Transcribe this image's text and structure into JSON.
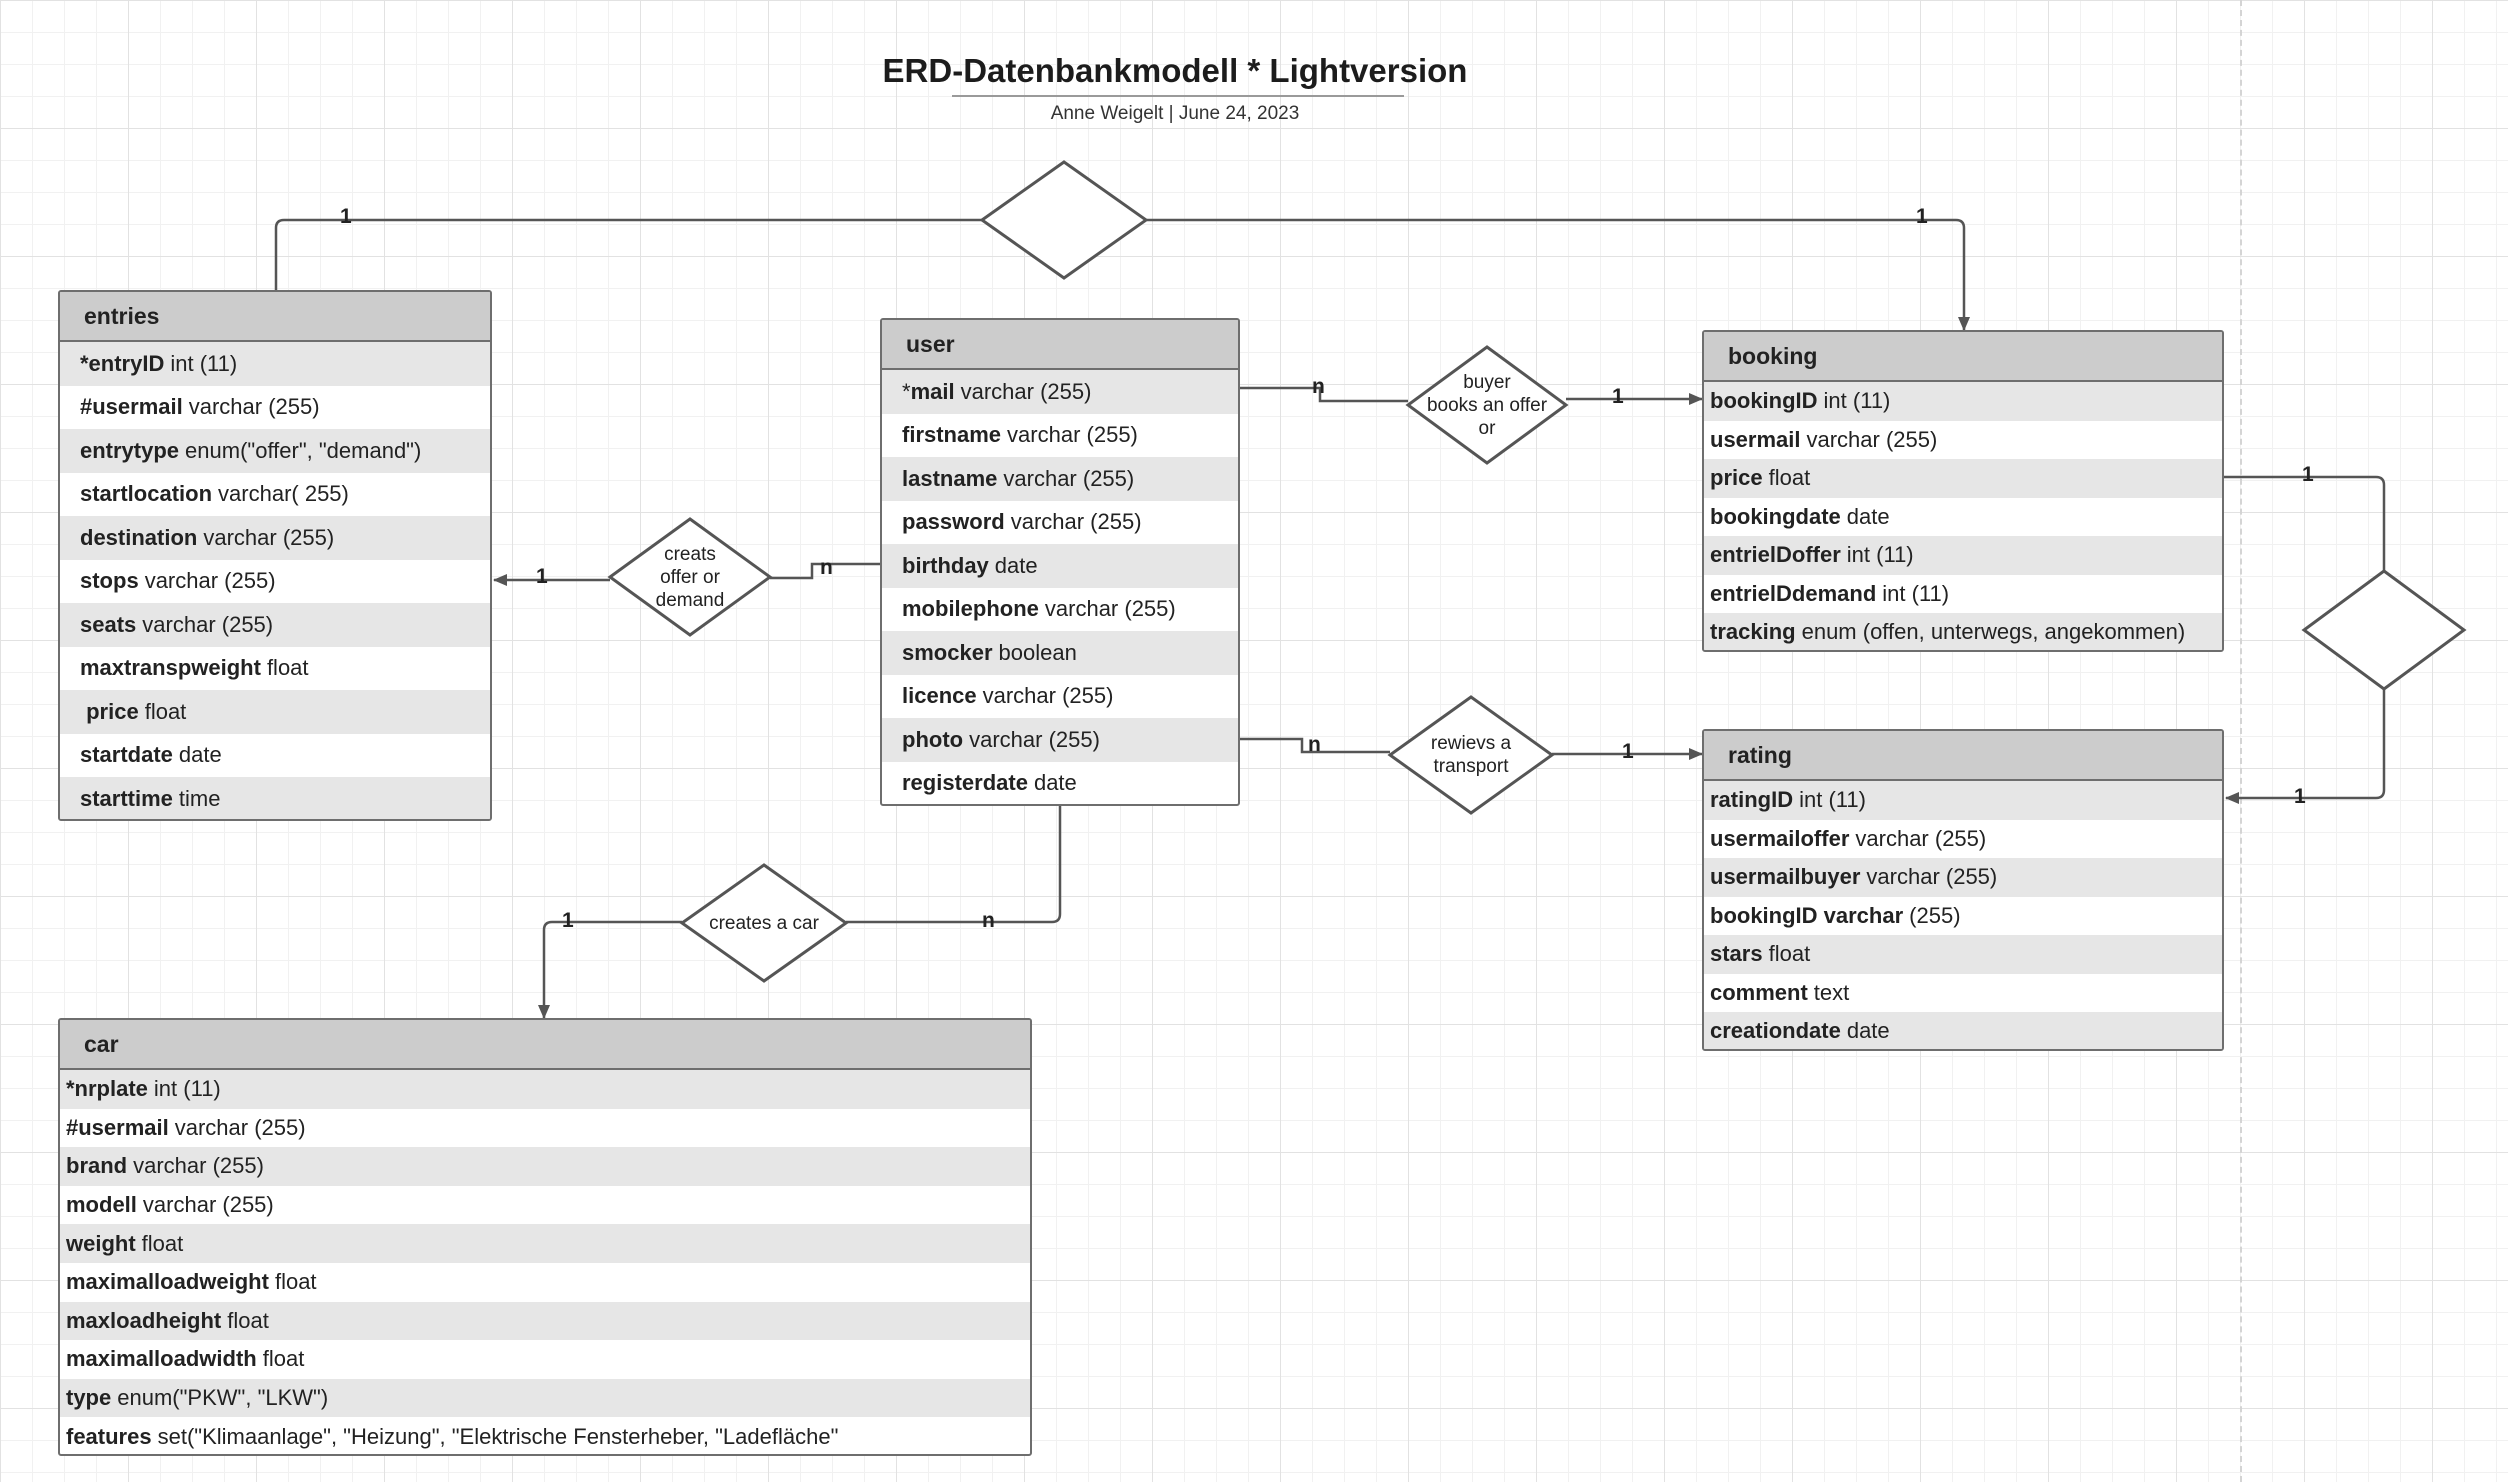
{
  "header": {
    "title": "ERD-Datenbankmodell * Lightversion",
    "subtitle": "Anne Weigelt  |  June 24, 2023"
  },
  "tables": {
    "entries": {
      "name": "entries",
      "rows": [
        {
          "field": "*entryID",
          "type": "int (11)"
        },
        {
          "field": "#usermail",
          "type": "varchar (255)"
        },
        {
          "field": "entrytype",
          "type": "enum(\"offer\", \"demand\")"
        },
        {
          "field": "startlocation",
          "type": "varchar( 255)"
        },
        {
          "field": "destination",
          "type": "varchar (255)"
        },
        {
          "field": "stops",
          "type": "varchar (255)"
        },
        {
          "field": "seats",
          "type": "varchar (255)"
        },
        {
          "field": "maxtranspweight",
          "type": "float"
        },
        {
          "field": " price",
          "type": "float"
        },
        {
          "field": "startdate",
          "type": "date"
        },
        {
          "field": "starttime",
          "type": "time"
        }
      ]
    },
    "user": {
      "name": "user",
      "rows": [
        {
          "field": "*mail",
          "type": "varchar (255)",
          "plain_prefix": "*"
        },
        {
          "field": "firstname",
          "type": "varchar (255)"
        },
        {
          "field": "lastname",
          "type": "varchar (255)"
        },
        {
          "field": "password",
          "type": "varchar (255)"
        },
        {
          "field": "birthday",
          "type": "date"
        },
        {
          "field": "mobilephone",
          "type": "varchar (255)"
        },
        {
          "field": "smocker",
          "type": "boolean"
        },
        {
          "field": "licence",
          "type": "varchar (255)"
        },
        {
          "field": "photo",
          "type": "varchar (255)"
        },
        {
          "field": "registerdate",
          "type": "date"
        }
      ]
    },
    "booking": {
      "name": "booking",
      "rows": [
        {
          "field": "bookingID",
          "type": "int (11)"
        },
        {
          "field": "usermail",
          "type": "varchar (255)"
        },
        {
          "field": "price",
          "type": "float"
        },
        {
          "field": "bookingdate",
          "type": "date"
        },
        {
          "field": "entrielDoffer",
          "type": "int (11)"
        },
        {
          "field": "entrielDdemand",
          "type": "int (11)"
        },
        {
          "field": "tracking",
          "type": "enum (offen, unterwegs, angekommen)"
        }
      ]
    },
    "rating": {
      "name": "rating",
      "rows": [
        {
          "field": "ratingID",
          "type": "int (11)"
        },
        {
          "field": "usermailoffer",
          "type": "varchar (255)"
        },
        {
          "field": "usermailbuyer",
          "type": "varchar (255)"
        },
        {
          "field": "bookingID varchar",
          "type": "(255)"
        },
        {
          "field": "stars",
          "type": "float"
        },
        {
          "field": "comment",
          "type": "text"
        },
        {
          "field": "creationdate",
          "type": "date"
        }
      ]
    },
    "car": {
      "name": "car",
      "rows": [
        {
          "field": "*nrplate",
          "type": "int (11)"
        },
        {
          "field": "#usermail",
          "type": "varchar (255)"
        },
        {
          "field": "brand",
          "type": "varchar (255)"
        },
        {
          "field": "modell",
          "type": "varchar (255)"
        },
        {
          "field": "weight",
          "type": "float"
        },
        {
          "field": "maximalloadweight",
          "type": "float"
        },
        {
          "field": "maxloadheight",
          "type": "float"
        },
        {
          "field": "maximalloadwidth",
          "type": "float"
        },
        {
          "field": "type",
          "type": "enum(\"PKW\", \"LKW\")"
        },
        {
          "field": "features",
          "type": "set(\"Klimaanlage\", \"Heizung\", \"Elektrische Fensterheber, \"Ladefläche\""
        }
      ]
    }
  },
  "relationships": {
    "top": {
      "label": "",
      "card_left": "1",
      "card_right": "1"
    },
    "buyer_books": {
      "label": "buyer\nbooks an offer\nor",
      "card_user": "n",
      "card_booking": "1"
    },
    "creats_offer": {
      "label": "creats\noffer or\ndemand",
      "card_entries": "1",
      "card_user": "n"
    },
    "reviews": {
      "label": "rewievs a\ntransport",
      "card_user": "n",
      "card_rating": "1"
    },
    "creates_car": {
      "label": "creates a car",
      "card_car": "1",
      "card_user": "n"
    },
    "booking_rating": {
      "label": "",
      "card_booking": "1",
      "card_rating": "1"
    }
  },
  "colors": {
    "line": "#555555",
    "header_bg": "#cccccc",
    "alt_row": "#e6e6e6"
  }
}
